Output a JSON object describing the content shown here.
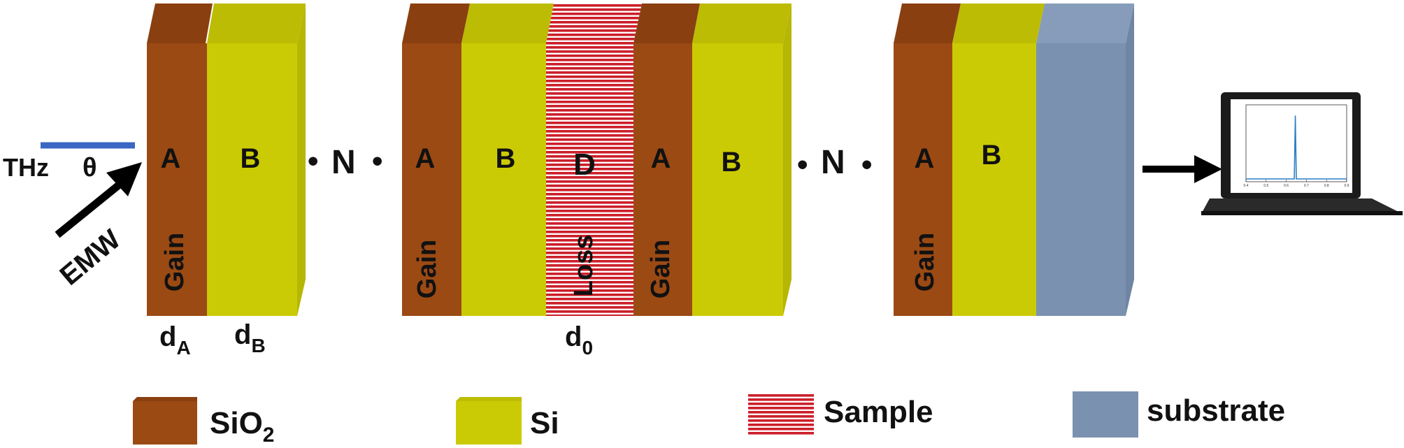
{
  "colors": {
    "sio2": "#9b4a14",
    "si": "#cbcb05",
    "sample": "#cc1f2a",
    "substrate": "#7a92b0",
    "arrow": "#000000",
    "thz_line": "#3a66c4"
  },
  "incident": {
    "thz_label": "THz",
    "theta_label": "θ",
    "emw_label": "EMW"
  },
  "layers": {
    "a_label": "A",
    "b_label": "B",
    "d_label": "D",
    "gain_label": "Gain",
    "loss_label": "Loss"
  },
  "repeat": {
    "dot": "•",
    "n_label": "N"
  },
  "thickness": {
    "da_main": "d",
    "da_sub": "A",
    "db_main": "d",
    "db_sub": "B",
    "d0_main": "d",
    "d0_sub": "0"
  },
  "detector": {
    "icon": "laptop-icon",
    "screen_chart": {
      "type": "line",
      "xlim": [
        0.4,
        0.9
      ],
      "x_ticks": [
        "0.4",
        "0.5",
        "0.6",
        "0.7",
        "0.8",
        "0.9"
      ],
      "x": [
        0.4,
        0.64,
        0.645,
        0.65,
        0.9
      ],
      "y": [
        0,
        0,
        80,
        0,
        0
      ]
    }
  },
  "legend": {
    "items": [
      {
        "label_main": "SiO",
        "label_sub": "2",
        "color_key": "sio2"
      },
      {
        "label_main": "Si",
        "label_sub": "",
        "color_key": "si"
      },
      {
        "label_main": "Sample",
        "label_sub": "",
        "color_key": "sample"
      },
      {
        "label_main": "substrate",
        "label_sub": "",
        "color_key": "substrate"
      }
    ]
  }
}
